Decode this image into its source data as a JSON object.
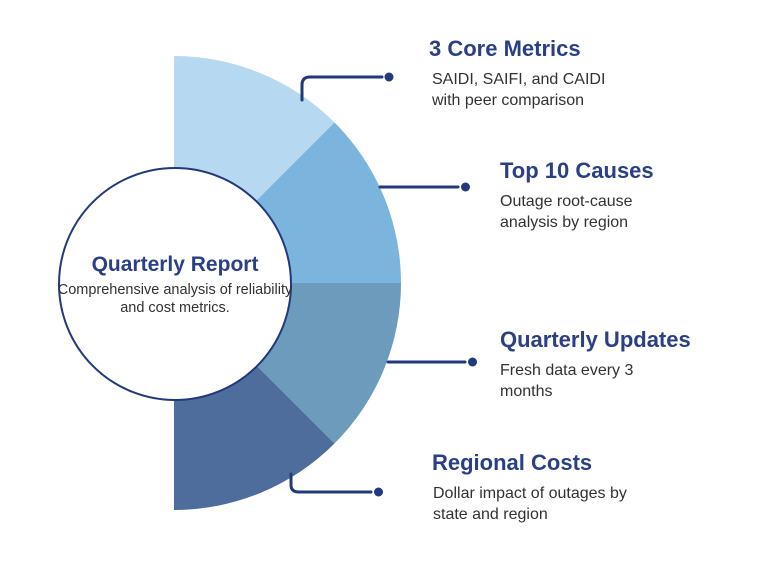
{
  "diagram": {
    "center": {
      "title": "Quarterly Report",
      "subtitle": "Comprehensive analysis of reliability and cost metrics."
    },
    "items": [
      {
        "title": "3 Core Metrics",
        "description": "SAIDI, SAIFI, and CAIDI with peer comparison"
      },
      {
        "title": "Top 10 Causes",
        "description": "Outage root-cause analysis by region"
      },
      {
        "title": "Quarterly Updates",
        "description": "Fresh data every 3 months"
      },
      {
        "title": "Regional Costs",
        "description": "Dollar impact of outages by state and region"
      }
    ],
    "colors": {
      "segment_1": "#b6d8f0",
      "segment_2": "#7bb4dc",
      "segment_3": "#6c9bbb",
      "segment_4": "#4e6d9d",
      "heading": "#2a3f85",
      "connector": "#22397b",
      "body_text": "#323232"
    }
  }
}
